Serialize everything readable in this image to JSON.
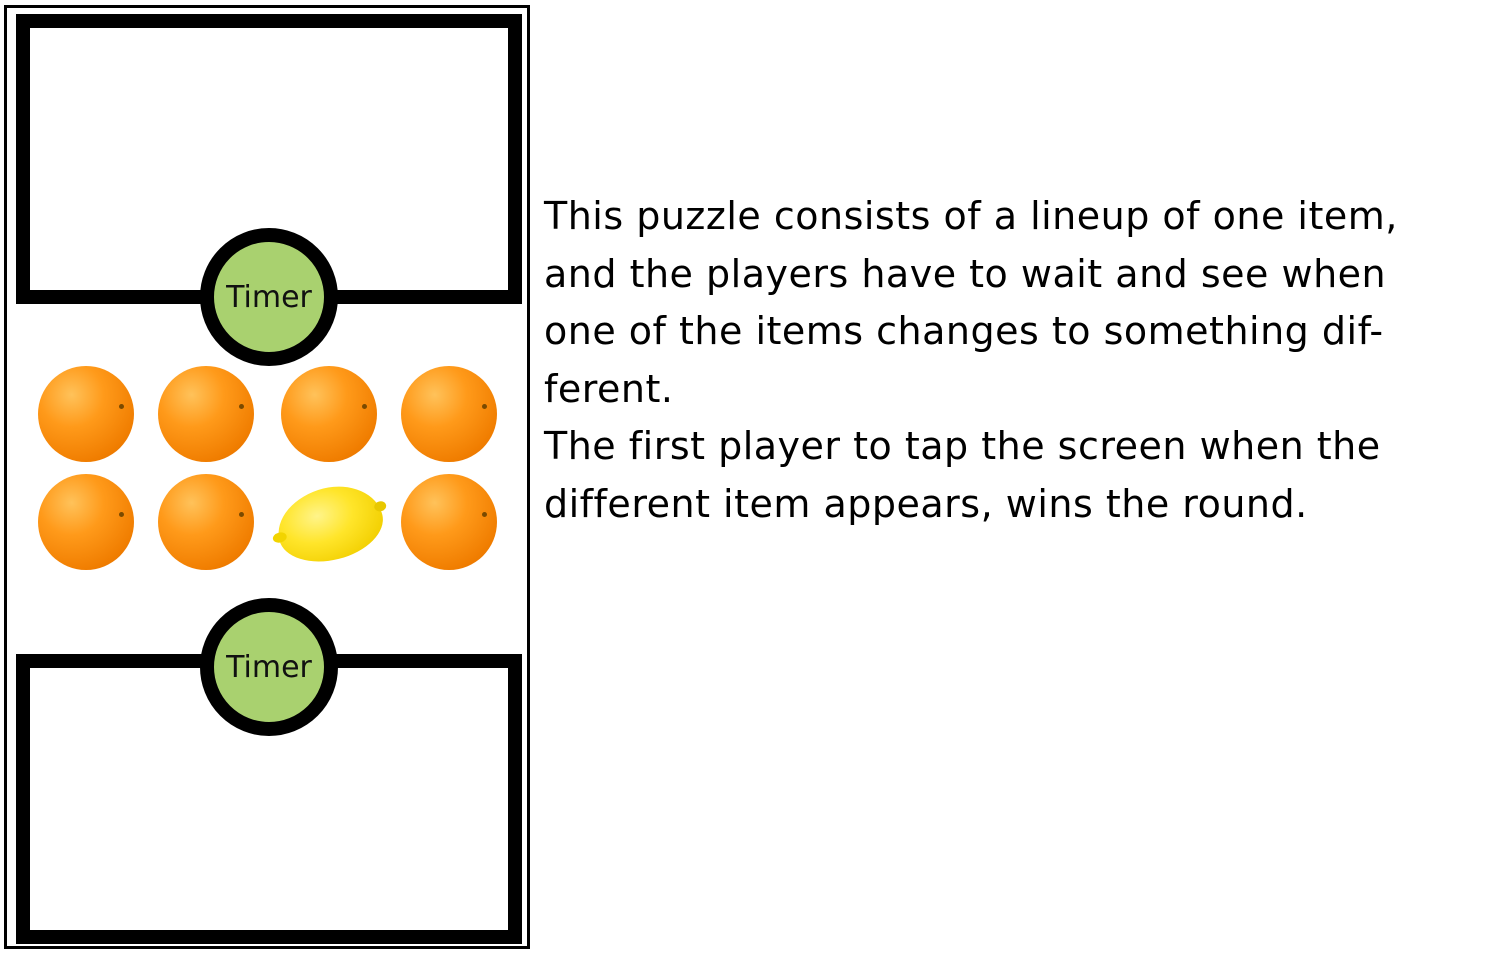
{
  "game": {
    "timer_top_label": "Timer",
    "timer_bottom_label": "Timer",
    "items": [
      {
        "type": "orange",
        "icon": "orange-icon"
      },
      {
        "type": "orange",
        "icon": "orange-icon"
      },
      {
        "type": "orange",
        "icon": "orange-icon"
      },
      {
        "type": "orange",
        "icon": "orange-icon"
      },
      {
        "type": "orange",
        "icon": "orange-icon"
      },
      {
        "type": "orange",
        "icon": "orange-icon"
      },
      {
        "type": "lemon",
        "icon": "lemon-icon"
      },
      {
        "type": "orange",
        "icon": "orange-icon"
      }
    ],
    "colors": {
      "timer_fill": "#a9d16f",
      "frame": "#000000",
      "orange": "#f28a00",
      "lemon": "#ffe52a"
    }
  },
  "description": {
    "line1": "This puzzle consists of a lineup of one item,",
    "line2": "and the players have to wait and see when",
    "line3": "one of the items changes to something dif-",
    "line4": "ferent.",
    "line5": "The first player to tap the screen when the",
    "line6": "different item appears, wins the round."
  }
}
